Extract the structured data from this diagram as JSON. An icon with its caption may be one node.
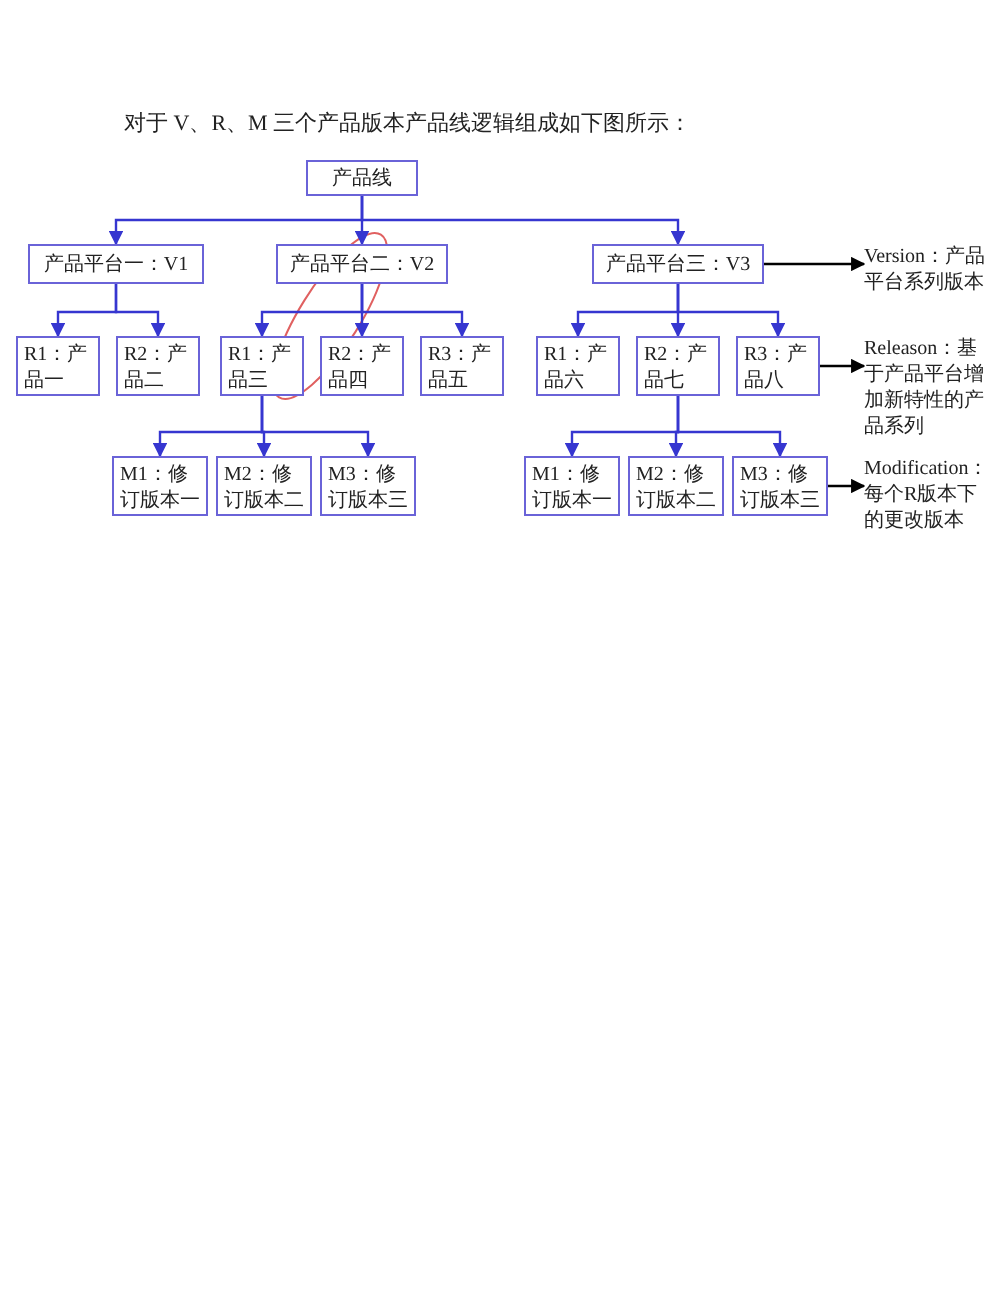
{
  "diagram": {
    "title": "对于 V、R、M 三个产品版本产品线逻辑组成如下图所示：",
    "nodes": [
      {
        "text": [
          "产品线"
        ]
      },
      {
        "text": [
          "产品平台一：V1"
        ]
      },
      {
        "text": [
          "产品平台二：V2"
        ]
      },
      {
        "text": [
          "产品平台三：V3"
        ]
      },
      {
        "text": [
          "Version：产品平台系列版本"
        ]
      },
      {
        "text": [
          "R1：产品一"
        ]
      },
      {
        "text": [
          "R2：产品二"
        ]
      },
      {
        "text": [
          "R1：产品三"
        ]
      },
      {
        "text": [
          "R2：产品四"
        ]
      },
      {
        "text": [
          "R3：产品五"
        ]
      },
      {
        "text": [
          "R1：产品六"
        ]
      },
      {
        "text": [
          "R2：产品七"
        ]
      },
      {
        "text": [
          "R3：产品八"
        ]
      },
      {
        "text": [
          "Releason：基于产品平台增加新特性的产品系列"
        ]
      },
      {
        "text": [
          "M1：修订版本一"
        ]
      },
      {
        "text": [
          "M2：修订版本二"
        ]
      },
      {
        "text": [
          "M3：修订版本三"
        ]
      },
      {
        "text": [
          "M1：修订版本一"
        ]
      },
      {
        "text": [
          "M2：修订版本二"
        ]
      },
      {
        "text": [
          "M3：修订版本三"
        ]
      },
      {
        "text": [
          "Modification：每个R版本下的更改版本"
        ]
      }
    ],
    "edges": [
      {
        "from": 0,
        "to": 1,
        "arrow": "to"
      },
      {
        "from": 0,
        "to": 2,
        "arrow": "to"
      },
      {
        "from": 0,
        "to": 3,
        "arrow": "to"
      },
      {
        "from": 3,
        "to": 4,
        "arrow": "to",
        "color": "#000000"
      },
      {
        "from": 1,
        "to": 5,
        "arrow": "to"
      },
      {
        "from": 1,
        "to": 6,
        "arrow": "to"
      },
      {
        "from": 2,
        "to": 7,
        "arrow": "to"
      },
      {
        "from": 2,
        "to": 8,
        "arrow": "to"
      },
      {
        "from": 2,
        "to": 9,
        "arrow": "to"
      },
      {
        "from": 3,
        "to": 10,
        "arrow": "to"
      },
      {
        "from": 3,
        "to": 11,
        "arrow": "to"
      },
      {
        "from": 3,
        "to": 12,
        "arrow": "to"
      },
      {
        "from": 12,
        "to": 13,
        "arrow": "to",
        "color": "#000000"
      },
      {
        "from": 7,
        "to": 14,
        "arrow": "to"
      },
      {
        "from": 7,
        "to": 15,
        "arrow": "to"
      },
      {
        "from": 7,
        "to": 16,
        "arrow": "to"
      },
      {
        "from": 11,
        "to": 17,
        "arrow": "to"
      },
      {
        "from": 11,
        "to": 18,
        "arrow": "to"
      },
      {
        "from": 11,
        "to": 19,
        "arrow": "to"
      },
      {
        "from": 19,
        "to": 20,
        "arrow": "to",
        "color": "#000000"
      }
    ]
  }
}
